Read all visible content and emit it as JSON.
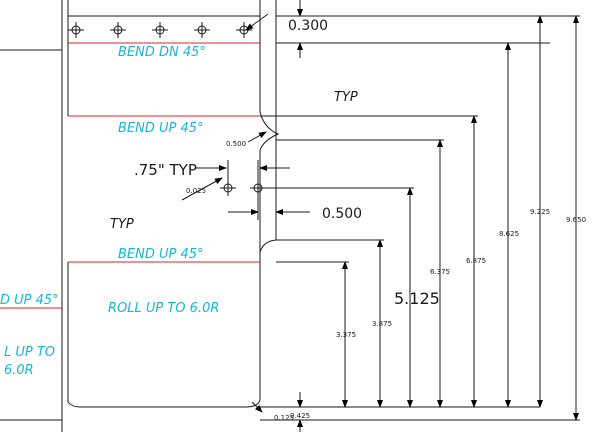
{
  "colors": {
    "line": "#1a1a1a",
    "bend_line": "#e02020",
    "note": "#14b8d6"
  },
  "notes": {
    "bend_dn_top": "BEND DN 45°",
    "bend_up_mid": "BEND UP 45°",
    "bend_up_lower": "BEND UP 45°",
    "roll_up": "ROLL UP TO 6.0R",
    "left_bend_up_partial": "D UP 45°",
    "left_roll_line1": "L UP TO",
    "left_roll_line2": "6.0R"
  },
  "labels": {
    "typ_right": "TYP",
    "typ_left": "TYP",
    "hole_spacing_typ": ".75\" TYP"
  },
  "dimensions": {
    "d_0300": "0.300",
    "d_0500_radius": "0.500",
    "d_0025": "0.025",
    "d_0500_offset": "0.500",
    "d_5125": "5.125",
    "d_3375": "3.375",
    "d_3875": "3.875",
    "d_6375": "6.375",
    "d_6875": "6.875",
    "d_8625": "8.625",
    "d_9225": "9.225",
    "d_9650": "9.650",
    "d_0125": "0.125",
    "d_0425": "0.425"
  }
}
